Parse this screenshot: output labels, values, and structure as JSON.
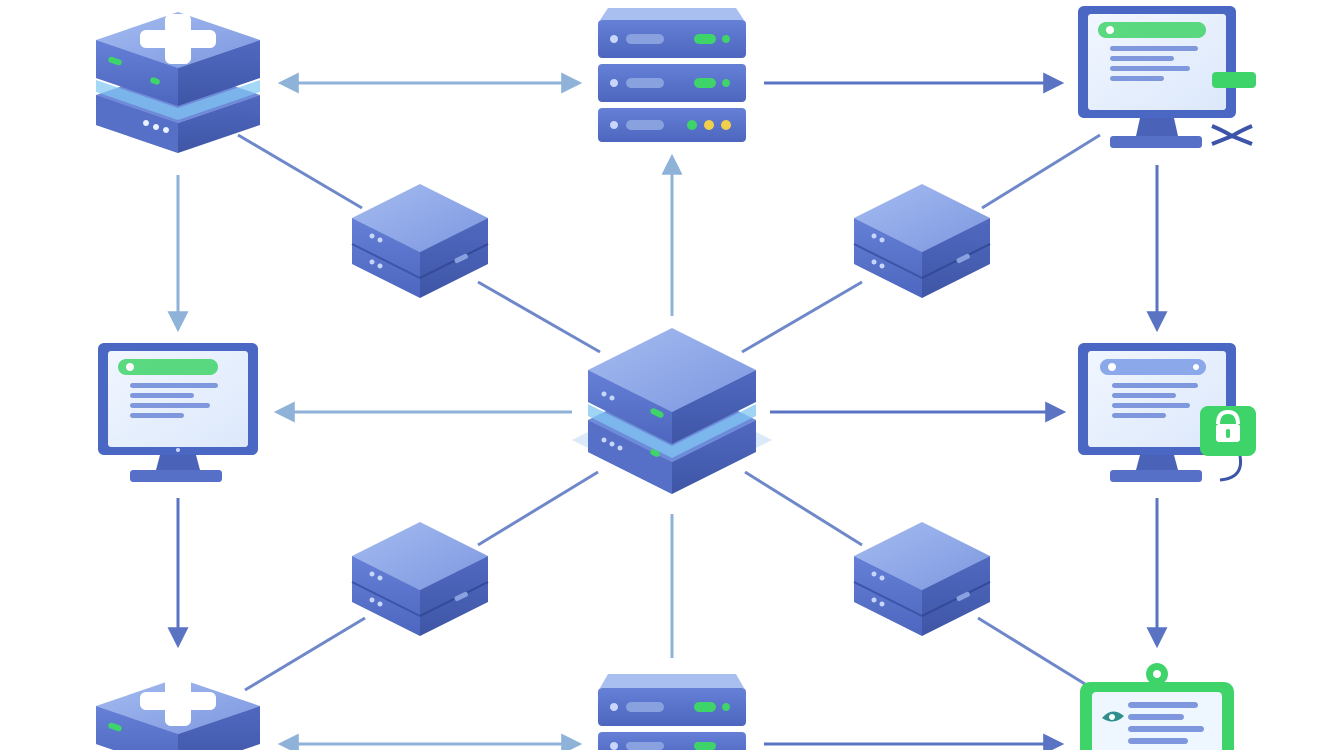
{
  "diagram": {
    "kind": "network-topology",
    "colors": {
      "background": "#ffffff",
      "device_top": "#8fa8e8",
      "device_front": "#5b77cf",
      "device_side": "#4a63b8",
      "device_dark": "#3d55a8",
      "accent_green": "#3fd46a",
      "accent_yellow": "#f2d04a",
      "screen": "#e9f1ff",
      "monitor_frame": "#4a67c4",
      "arrow_dark": "#5a73c2",
      "arrow_light": "#8fb2d8",
      "line": "#6f88c9"
    },
    "nodes": [
      {
        "id": "medical-server-top-left",
        "type": "server-stack",
        "icon": "plus-icon"
      },
      {
        "id": "rack-server-top-center",
        "type": "rack-server",
        "icon": "server-icon"
      },
      {
        "id": "monitor-top-right",
        "type": "monitor",
        "icon": "wrench-icon"
      },
      {
        "id": "switch-upper-left",
        "type": "switch",
        "icon": "switch-icon"
      },
      {
        "id": "switch-upper-right",
        "type": "switch",
        "icon": "switch-icon"
      },
      {
        "id": "monitor-middle-left",
        "type": "monitor",
        "icon": "monitor-icon"
      },
      {
        "id": "central-server",
        "type": "server-stack",
        "icon": "server-icon"
      },
      {
        "id": "monitor-middle-right",
        "type": "monitor",
        "icon": "lock-icon"
      },
      {
        "id": "switch-lower-left",
        "type": "switch",
        "icon": "switch-icon"
      },
      {
        "id": "switch-lower-right",
        "type": "switch",
        "icon": "switch-icon"
      },
      {
        "id": "medical-server-bottom-left",
        "type": "server-stack",
        "icon": "plus-icon"
      },
      {
        "id": "rack-server-bottom-center",
        "type": "rack-server",
        "icon": "server-icon"
      },
      {
        "id": "clipboard-bottom-right",
        "type": "clipboard",
        "icon": "clipboard-icon"
      }
    ],
    "edges": [
      {
        "from": "medical-server-top-left",
        "to": "rack-server-top-center",
        "style": "double-arrow"
      },
      {
        "from": "rack-server-top-center",
        "to": "monitor-top-right",
        "style": "arrow"
      },
      {
        "from": "medical-server-top-left",
        "to": "monitor-middle-left",
        "style": "arrow"
      },
      {
        "from": "monitor-top-right",
        "to": "monitor-middle-right",
        "style": "arrow"
      },
      {
        "from": "monitor-middle-left",
        "to": "medical-server-bottom-left",
        "style": "arrow"
      },
      {
        "from": "monitor-middle-right",
        "to": "clipboard-bottom-right",
        "style": "arrow"
      },
      {
        "from": "central-server",
        "to": "rack-server-top-center",
        "style": "arrow"
      },
      {
        "from": "central-server",
        "to": "monitor-middle-left",
        "style": "arrow"
      },
      {
        "from": "central-server",
        "to": "monitor-middle-right",
        "style": "arrow"
      },
      {
        "from": "central-server",
        "to": "rack-server-bottom-center",
        "style": "line"
      },
      {
        "from": "medical-server-top-left",
        "to": "switch-upper-left",
        "style": "line"
      },
      {
        "from": "switch-upper-left",
        "to": "central-server",
        "style": "line"
      },
      {
        "from": "monitor-top-right",
        "to": "switch-upper-right",
        "style": "line"
      },
      {
        "from": "switch-upper-right",
        "to": "central-server",
        "style": "line"
      },
      {
        "from": "central-server",
        "to": "switch-lower-left",
        "style": "line"
      },
      {
        "from": "switch-lower-left",
        "to": "medical-server-bottom-left",
        "style": "line"
      },
      {
        "from": "central-server",
        "to": "switch-lower-right",
        "style": "line"
      },
      {
        "from": "switch-lower-right",
        "to": "clipboard-bottom-right",
        "style": "line"
      },
      {
        "from": "medical-server-bottom-left",
        "to": "rack-server-bottom-center",
        "style": "double-arrow"
      },
      {
        "from": "rack-server-bottom-center",
        "to": "clipboard-bottom-right",
        "style": "arrow"
      }
    ]
  }
}
